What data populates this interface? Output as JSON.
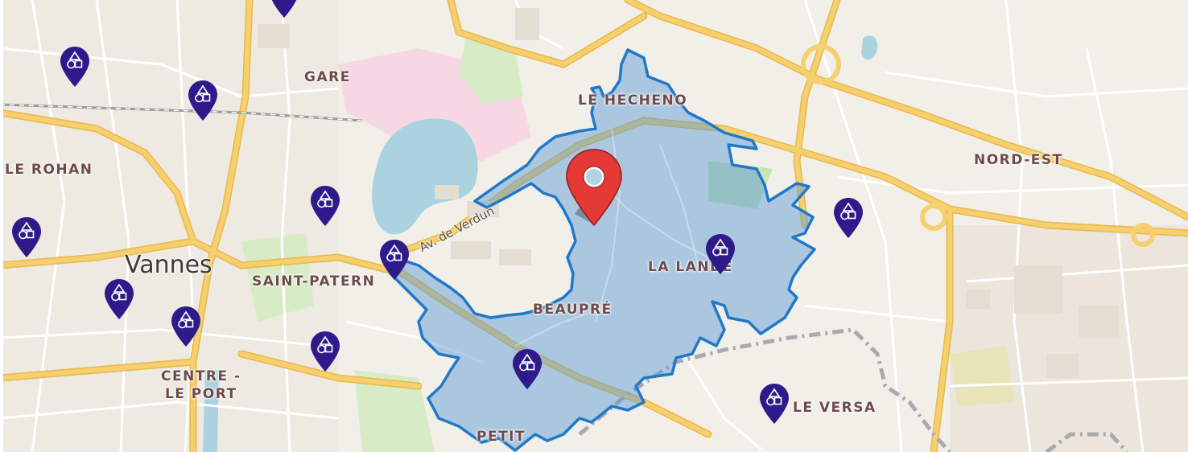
{
  "map": {
    "district_labels": [
      {
        "id": "gare",
        "text": "GARE"
      },
      {
        "id": "le-hecheno",
        "text": "LE HECHENO"
      },
      {
        "id": "le-rohan",
        "text": "LE ROHAN"
      },
      {
        "id": "nord-est",
        "text": "NORD-EST"
      },
      {
        "id": "saint-patern",
        "text": "SAINT-PATERN"
      },
      {
        "id": "la-lande",
        "text": "LA LANDE"
      },
      {
        "id": "beaupre",
        "text": "BEAUPRÉ"
      },
      {
        "id": "centre-le-port",
        "text": "CENTRE -\nLE PORT"
      },
      {
        "id": "le-versa",
        "text": "LE VERSA"
      },
      {
        "id": "petit",
        "text": "PETIT"
      }
    ],
    "city_label": "Vannes",
    "street_label": "Av. de Verdun",
    "colors": {
      "land": "#f2efe9",
      "major_road": "#f6cf6e",
      "minor_road": "#ffffff",
      "water": "#aad3df",
      "park": "#c8e6b5",
      "isochrone_fill": "#5b9bd5",
      "isochrone_stroke": "#1f78c8",
      "poi_pin": "#2e1a8a",
      "main_pin": "#e53935"
    },
    "poi_icon": "school-shapes-icon",
    "main_marker_icon": "location-pin-icon"
  }
}
